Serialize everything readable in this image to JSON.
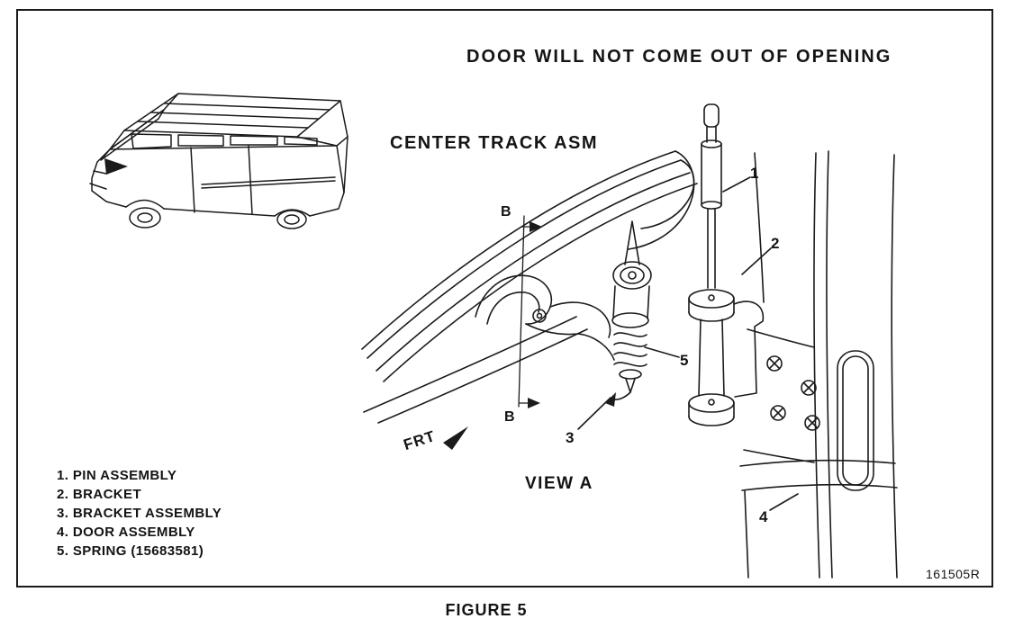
{
  "page": {
    "title": "DOOR WILL NOT COME OUT OF OPENING",
    "figure_caption": "FIGURE 5",
    "doc_number": "161505R"
  },
  "diagram": {
    "center_track_label": "CENTER TRACK ASM",
    "view_label": "VIEW A",
    "frt_label": "FRT",
    "section_label_top": "B",
    "section_label_bottom": "B",
    "callouts": {
      "c1": "1",
      "c2": "2",
      "c3": "3",
      "c4": "4",
      "c5": "5"
    }
  },
  "parts_list": [
    "1. PIN ASSEMBLY",
    "2. BRACKET",
    "3. BRACKET ASSEMBLY",
    "4. DOOR ASSEMBLY",
    "5. SPRING (15683581)"
  ]
}
